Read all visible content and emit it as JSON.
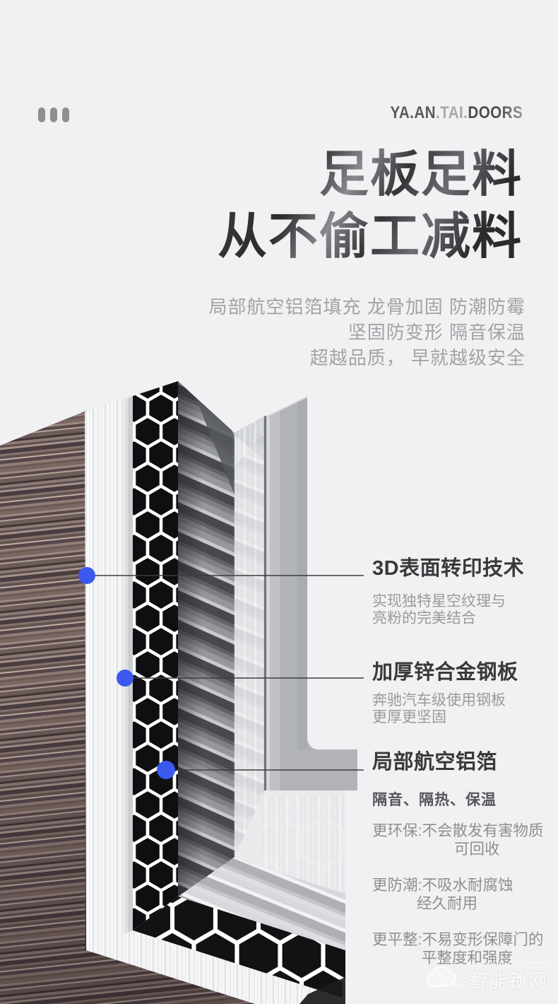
{
  "header": {
    "brand_dark1": "YA.AN",
    "brand_light": ".TAI.",
    "brand_dark2": "DOORS"
  },
  "title": {
    "line1": "足板足料",
    "line2": "从不偷工减料"
  },
  "subtitle": {
    "line1": "局部航空铝箔填充 龙骨加固 防潮防霉",
    "line2": "坚固防变形 隔音保温",
    "line3": "超越品质， 早就越级安全"
  },
  "callouts": [
    {
      "heading": "3D表面转印技术",
      "desc1": "实现独特星空纹理与",
      "desc2": "亮粉的完美结合"
    },
    {
      "heading": "加厚锌合金钢板",
      "desc1": "奔驰汽车级使用钢板",
      "desc2": "更厚更坚固"
    },
    {
      "heading": "局部航空铝箔",
      "tagline": "隔音、隔热、保温",
      "features": [
        {
          "line1": "更环保:不会散发有害物质",
          "line2": "可回收"
        },
        {
          "line1": "更防潮:不吸水耐腐蚀",
          "line2": "经久耐用"
        },
        {
          "line1": "更平整:不易变形保障门的",
          "line2": "平整度和强度"
        }
      ]
    }
  ],
  "watermark": {
    "text": "智能锁网"
  },
  "colors": {
    "background": "#f1f1f4",
    "accent_blue": "#3b58ef",
    "title_dark": "#3f4043",
    "heading_dark": "#39393c",
    "body_gray": "#9a9a9d",
    "subtitle_gray": "#a3a3a6"
  }
}
